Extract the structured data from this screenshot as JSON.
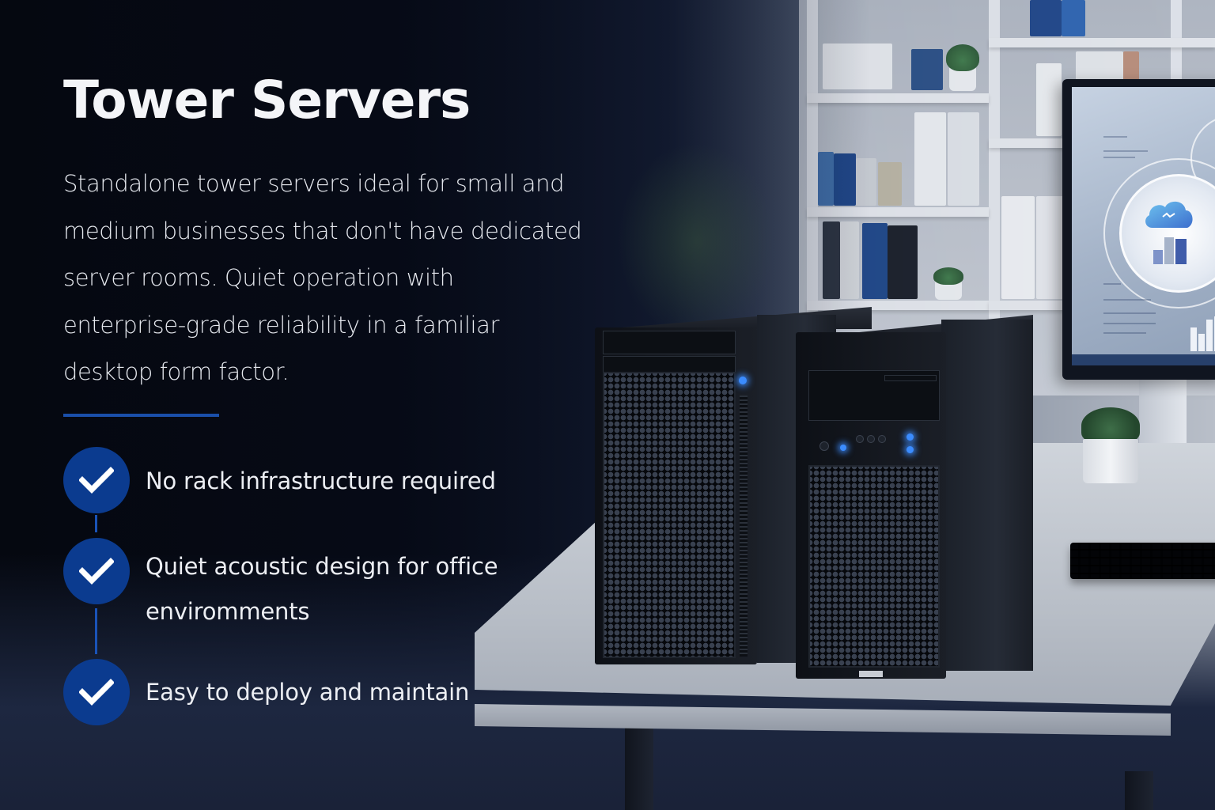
{
  "page": {
    "title": "Tower Servers",
    "description_lines": [
      "Standalone tower servers ideal for small and",
      "medium businesses that don't have dedicated",
      "server rooms. Quiet operation with",
      "enterprise-grade reliability in a familiar",
      "desktop form factor."
    ],
    "features": [
      {
        "icon": "checkmark-icon",
        "lines": [
          "No rack infrastructure required"
        ]
      },
      {
        "icon": "checkmark-icon",
        "lines": [
          "Quiet acoustic design for office",
          "enviromments"
        ]
      },
      {
        "icon": "checkmark-icon",
        "lines": [
          "Easy to deploy and maintain"
        ]
      }
    ]
  },
  "colors": {
    "background_dark": "#070b16",
    "accent_blue": "#0b3b8f",
    "accent_rule": "#1a4faa",
    "connector_blue": "#1a53b8",
    "text_primary": "#f4f5f8",
    "led_blue": "#3b8cff"
  },
  "image": {
    "subject": "two black tower servers on an office desk",
    "background_items": [
      "bookshelf with binders",
      "monitor showing cloud analytics dashboard",
      "potted succulent",
      "keyboard"
    ]
  }
}
